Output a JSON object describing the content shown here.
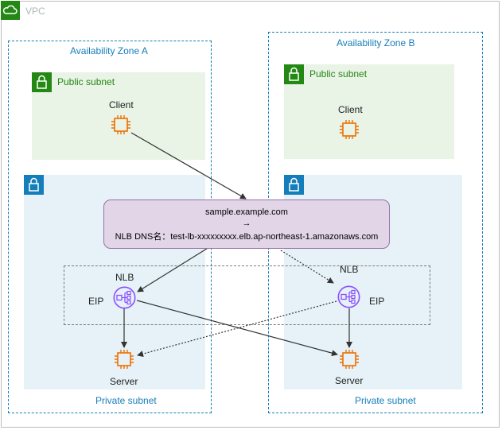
{
  "vpc": {
    "title": "VPC"
  },
  "zones": {
    "a": {
      "title": "Availability Zone A",
      "public_subnet": "Public subnet",
      "private_subnet": "Private subnet",
      "client": "Client",
      "nlb": "NLB",
      "eip": "EIP",
      "server": "Server"
    },
    "b": {
      "title": "Availability Zone B",
      "public_subnet": "Public subnet",
      "private_subnet": "Private subnet",
      "client": "Client",
      "nlb": "NLB",
      "eip": "EIP",
      "server": "Server"
    }
  },
  "dns": {
    "line1": "sample.example.com",
    "arrow": "→",
    "line2": "NLB DNS名：test-lb-xxxxxxxxx.elb.ap-northeast-1.amazonaws.com"
  },
  "colors": {
    "az_border": "#147eba",
    "public_fill": "#e9f3e6",
    "public_accent": "#248814",
    "private_fill": "#e6f2f8",
    "private_accent": "#147eba",
    "ec2_orange": "#ed7100",
    "nlb_purple": "#8c4fff",
    "dns_fill": "#e1d5e7",
    "dns_border": "#9673a6"
  }
}
